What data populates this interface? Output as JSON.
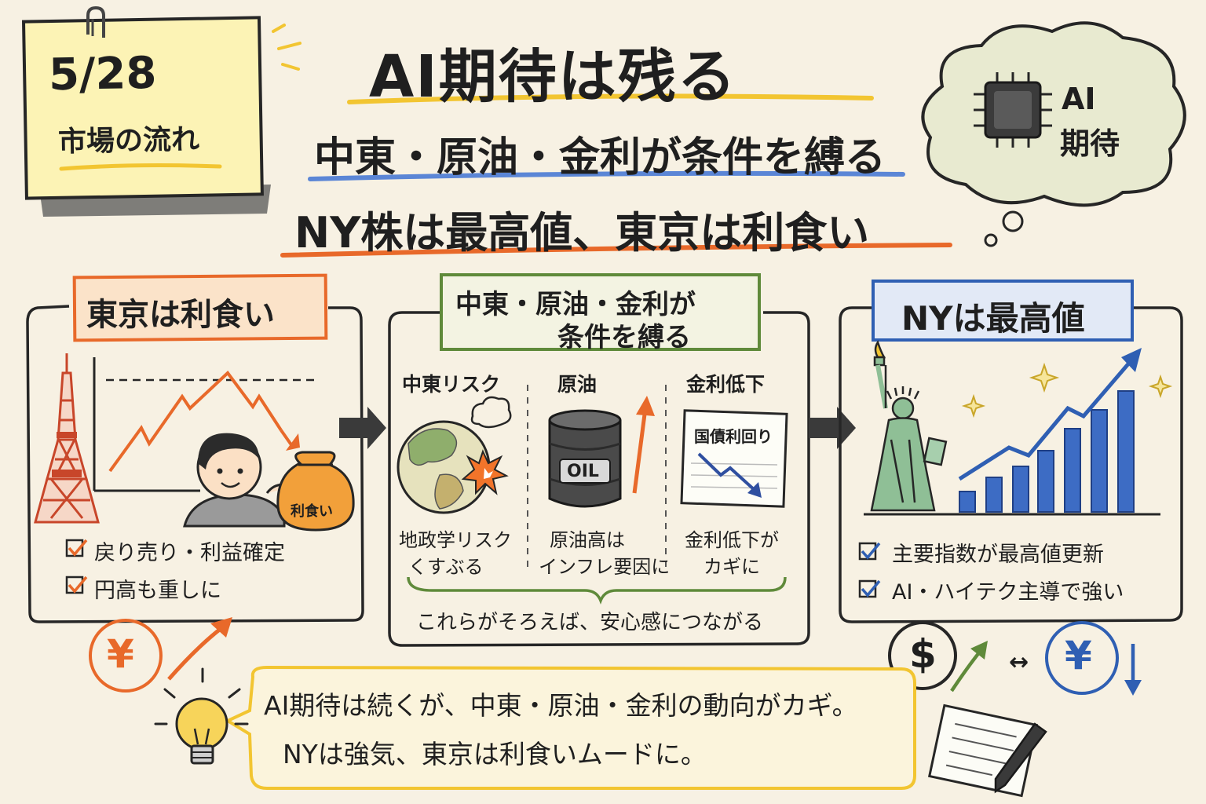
{
  "header": {
    "date": "5/28",
    "note_label": "市場の流れ",
    "title": "AI期待は残る",
    "subtitle1": "中東・原油・金利が条件を縛る",
    "subtitle2": "NY株は最高値、東京は利食い",
    "bubble_text1": "AI",
    "bubble_text2": "期待"
  },
  "tokyo": {
    "title": "東京は利食い",
    "bag_label": "利食い",
    "points": [
      "戻り売り・利益確定",
      "円高も重しに"
    ],
    "yen_symbol": "¥"
  },
  "middle": {
    "title_line1": "中東・原油・金利が",
    "title_line2": "条件を縛る",
    "col1": {
      "heading": "中東リスク",
      "line1": "地政学リスク",
      "line2": "くすぶる"
    },
    "col2": {
      "heading": "原油",
      "barrel_label": "OIL",
      "line1": "原油高は",
      "line2": "インフレ要因に"
    },
    "col3": {
      "heading": "金利低下",
      "doc_label": "国債利回り",
      "line1": "金利低下が",
      "line2": "カギに"
    },
    "summary": "これらがそろえば、安心感につながる"
  },
  "ny": {
    "title": "NYは最高値",
    "points": [
      "主要指数が最高値更新",
      "AI・ハイテク主導で強い"
    ],
    "dollar_symbol": "$",
    "yen_symbol": "¥",
    "exchange_arrow": "↔"
  },
  "bottom": {
    "line1": "AI期待は続くが、中東・原油・金利の動向がカギ。",
    "line2": "NYは強気、東京は利食いムードに。"
  },
  "colors": {
    "orange": "#e8692a",
    "green": "#5f8a3a",
    "blue": "#2f5fb3",
    "yellow": "#f2c531",
    "ink": "#262626"
  }
}
